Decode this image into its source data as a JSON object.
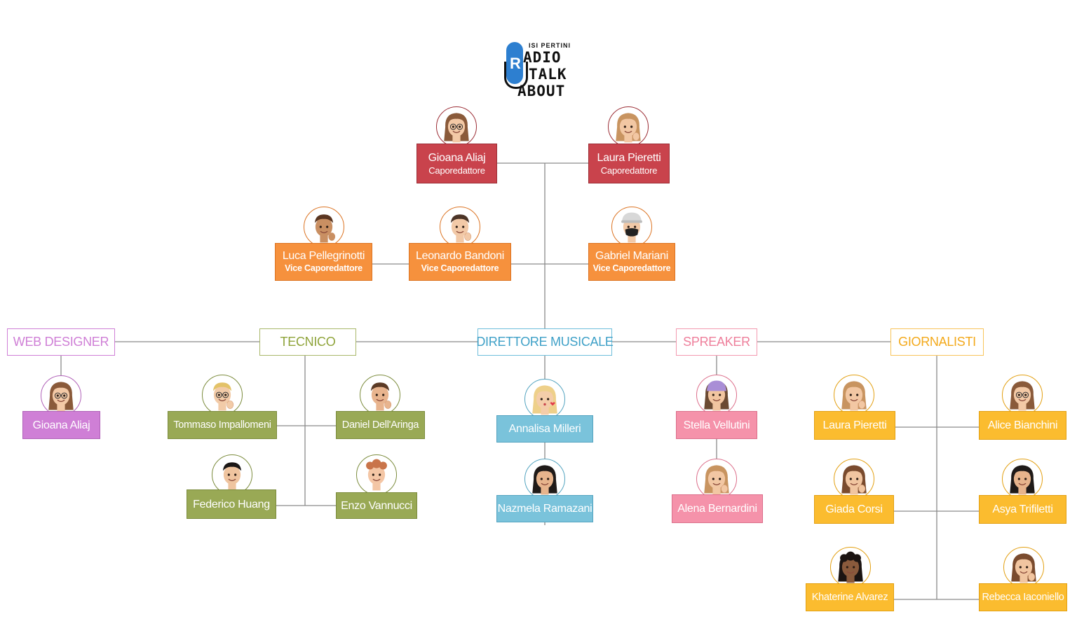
{
  "logo": {
    "school": "ISI PERTINI",
    "line1": "ADIO",
    "line2": "TALK",
    "line3": "ABOUT",
    "mic_letter": "R"
  },
  "colors": {
    "red": "#c9434c",
    "orange": "#f6913d",
    "purple": "#cf7fd6",
    "green": "#99a955",
    "blue": "#7ac3db",
    "pink": "#f592aa",
    "yellow": "#fbbc2f",
    "line": "#8a8a8a"
  },
  "caporedattori": [
    {
      "name": "Gioana Aliaj",
      "role": "Caporedattore",
      "icon": "memoji-girl-glasses-icon"
    },
    {
      "name": "Laura Pieretti",
      "role": "Caporedattore",
      "icon": "memoji-girl-peace-icon"
    }
  ],
  "vice": [
    {
      "name": "Luca Pellegrinotti",
      "role": "Vice Caporedattore",
      "icon": "memoji-boy-thumbsup-icon"
    },
    {
      "name": "Leonardo Bandoni",
      "role": "Vice Caporedattore",
      "icon": "memoji-boy-thinking-icon"
    },
    {
      "name": "Gabriel Mariani",
      "role": "Vice Caporedattore",
      "icon": "memoji-boy-cap-mask-icon"
    }
  ],
  "categories": {
    "web_designer": {
      "label": "WEB DESIGNER",
      "color": "#cf7fd6"
    },
    "tecnico": {
      "label": "TECNICO",
      "color": "#8fa43b"
    },
    "direttore": {
      "label": "DIRETTORE MUSICALE",
      "color": "#3ea0c7"
    },
    "spreaker": {
      "label": "SPREAKER",
      "color": "#ee7f9b"
    },
    "giornalisti": {
      "label": "GIORNALISTI",
      "color": "#f3a91b"
    }
  },
  "web_designer": [
    {
      "name": "Gioana Aliaj"
    }
  ],
  "tecnico": [
    {
      "name": "Tommaso Impallomeni"
    },
    {
      "name": "Daniel Dell'Aringa"
    },
    {
      "name": "Federico Huang"
    },
    {
      "name": "Enzo Vannucci"
    }
  ],
  "direttore": [
    {
      "name": "Annalisa Milleri"
    },
    {
      "name": "Nazmela Ramazani"
    }
  ],
  "spreaker": [
    {
      "name": "Stella Vellutini"
    },
    {
      "name": "Alena Bernardini"
    }
  ],
  "giornalisti": [
    {
      "name": "Laura Pieretti"
    },
    {
      "name": "Alice Bianchini"
    },
    {
      "name": "Giada Corsi"
    },
    {
      "name": "Asya Trifiletti"
    },
    {
      "name": "Khaterine Alvarez"
    },
    {
      "name": "Rebecca Iaconiello"
    }
  ]
}
